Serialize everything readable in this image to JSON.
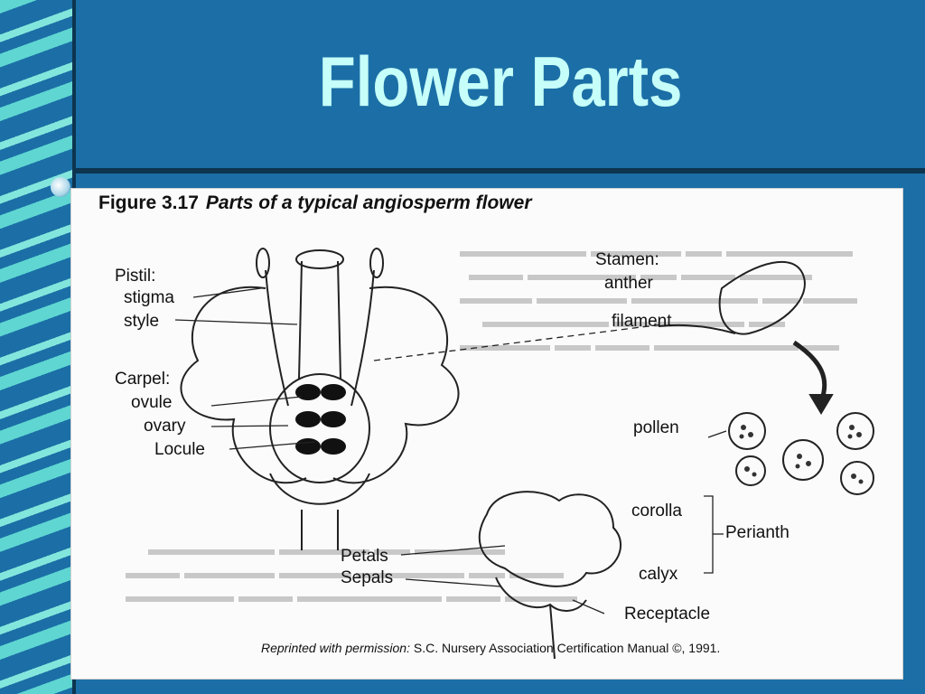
{
  "slide": {
    "title": "Flower Parts",
    "colors": {
      "background": "#1b6fa6",
      "title": "#c6fff9",
      "ribbon": "#5fd6d2"
    }
  },
  "figure": {
    "caption_number": "Figure 3.17",
    "caption_title": "Parts of a typical angiosperm flower",
    "labels": {
      "pistil": "Pistil:",
      "stigma": "stigma",
      "style": "style",
      "carpel": "Carpel:",
      "ovule": "ovule",
      "ovary": "ovary",
      "locule": "Locule",
      "stamen": "Stamen:",
      "anther": "anther",
      "filament": "filament",
      "pollen": "pollen",
      "petals": "Petals",
      "sepals": "Sepals",
      "corolla": "corolla",
      "calyx": "calyx",
      "perianth": "Perianth",
      "receptacle": "Receptacle"
    },
    "credit_label": "Reprinted with permission:",
    "credit_text": "S.C. Nursery Association Certification Manual ©, 1991."
  }
}
